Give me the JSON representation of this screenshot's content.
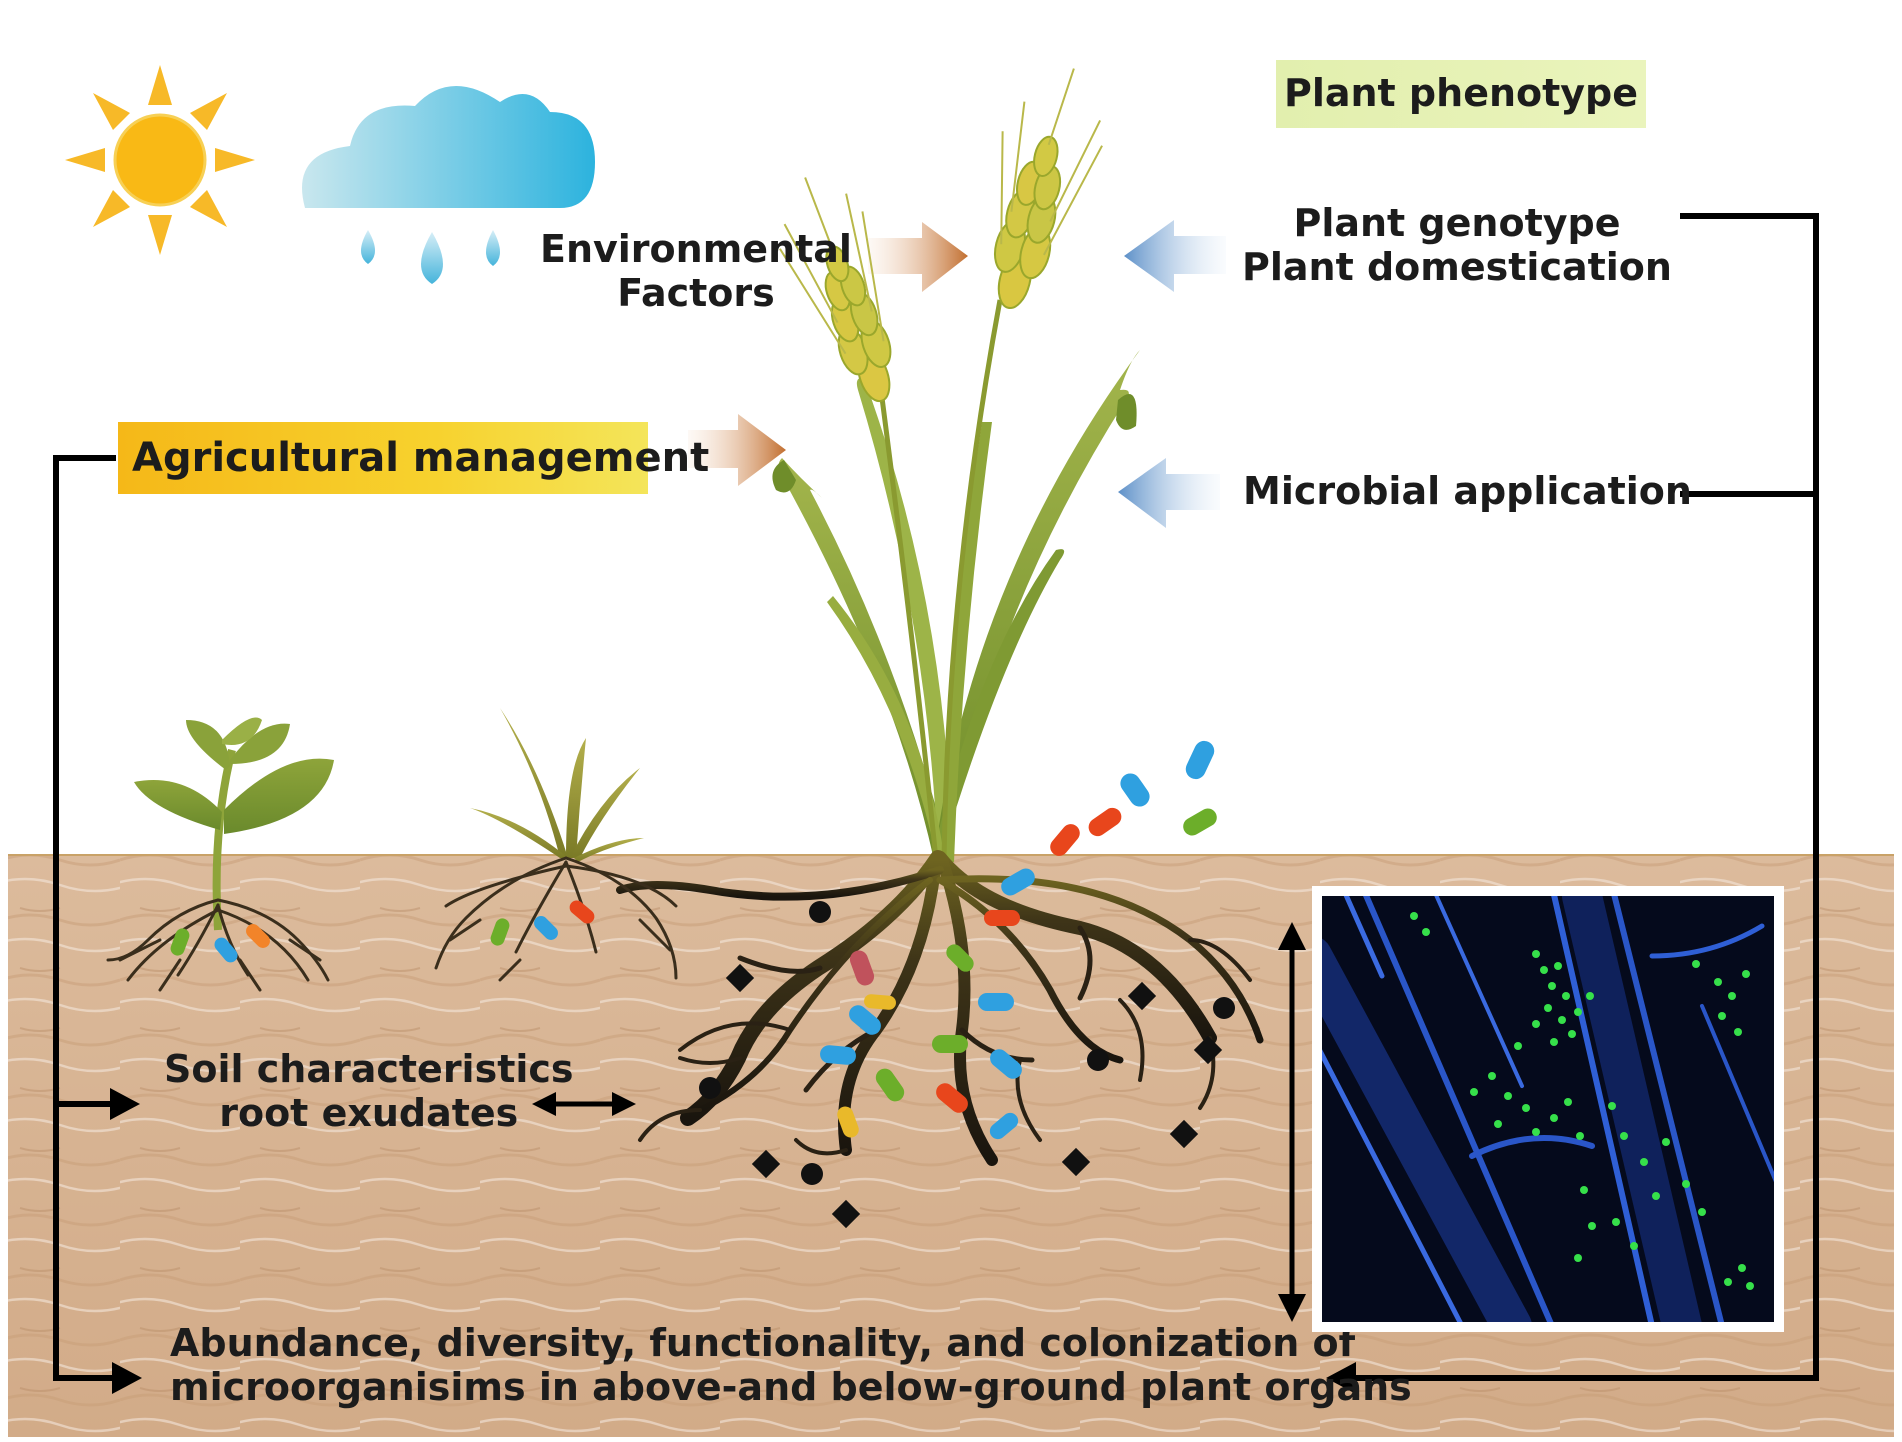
{
  "labels": {
    "environmental": [
      "Environmental",
      "Factors"
    ],
    "agricultural": "Agricultural management",
    "phenotype": "Plant phenotype",
    "genotype": [
      "Plant genotype",
      "Plant domestication"
    ],
    "microbial": "Microbial application",
    "soil": [
      "Soil characteristics",
      "root exudates"
    ],
    "abundance": [
      "Abundance, diversity, functionality, and colonization of",
      "microorganisims in above-and below-ground plant organs"
    ]
  },
  "colors": {
    "soil": "#d9b89a",
    "soil_line": "#c9a267",
    "agri_box": "#f5c21f",
    "phenotype_box": "#e6f2b5",
    "orange_arrow": "#c67a3e",
    "blue_arrow": "#6d9dd0",
    "plant_green": "#8ea63a",
    "root_dark": "#3a2e1c",
    "sun": "#f7b928",
    "cloud": "#3fb8dc",
    "bacteria": [
      "#e8461c",
      "#2fa0e0",
      "#6cae2a",
      "#e9b92a",
      "#c0525c",
      "#8a5ec2"
    ],
    "micrograph_cells": "#1d3fa8",
    "micrograph_dots": "#36e04a"
  },
  "icons": [
    "sun-icon",
    "rain-cloud-icon",
    "wheat-plant-icon",
    "seedling-icon",
    "grass-seedling-icon",
    "bacteria-icon",
    "micrograph-image"
  ]
}
